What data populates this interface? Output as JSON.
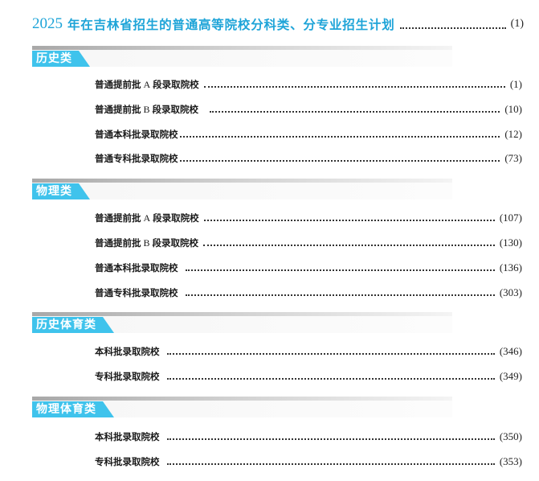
{
  "title": {
    "year": "2025",
    "text": "年在吉林省招生的普通高等院校分科类、分专业招生计划",
    "page": "(1)"
  },
  "accent_color": "#3fc3ec",
  "title_color": "#1ea4d8",
  "sections": [
    {
      "label": "历史类",
      "entries": [
        {
          "pre": "普通提前批",
          "latin": "A",
          "post": "段录取院校",
          "page": "(1)"
        },
        {
          "pre": "普通提前批",
          "latin": "B",
          "post": "段录取院校",
          "page": "(10)"
        },
        {
          "pre": "普通本科批录取院校",
          "latin": "",
          "post": "",
          "page": "(12)"
        },
        {
          "pre": "普通专科批录取院校",
          "latin": "",
          "post": "",
          "page": "(73)"
        }
      ]
    },
    {
      "label": "物理类",
      "entries": [
        {
          "pre": "普通提前批",
          "latin": "A",
          "post": "段录取院校",
          "page": "(107)"
        },
        {
          "pre": "普通提前批",
          "latin": "B",
          "post": "段录取院校",
          "page": "(130)"
        },
        {
          "pre": "普通本科批录取院校",
          "latin": "",
          "post": "",
          "page": "(136)"
        },
        {
          "pre": "普通专科批录取院校",
          "latin": "",
          "post": "",
          "page": "(303)"
        }
      ]
    },
    {
      "label": "历史体育类",
      "entries": [
        {
          "pre": "本科批录取院校",
          "latin": "",
          "post": "",
          "page": "(346)"
        },
        {
          "pre": "专科批录取院校",
          "latin": "",
          "post": "",
          "page": "(349)"
        }
      ]
    },
    {
      "label": "物理体育类",
      "entries": [
        {
          "pre": "本科批录取院校",
          "latin": "",
          "post": "",
          "page": "(350)"
        },
        {
          "pre": "专科批录取院校",
          "latin": "",
          "post": "",
          "page": "(353)"
        }
      ]
    }
  ]
}
